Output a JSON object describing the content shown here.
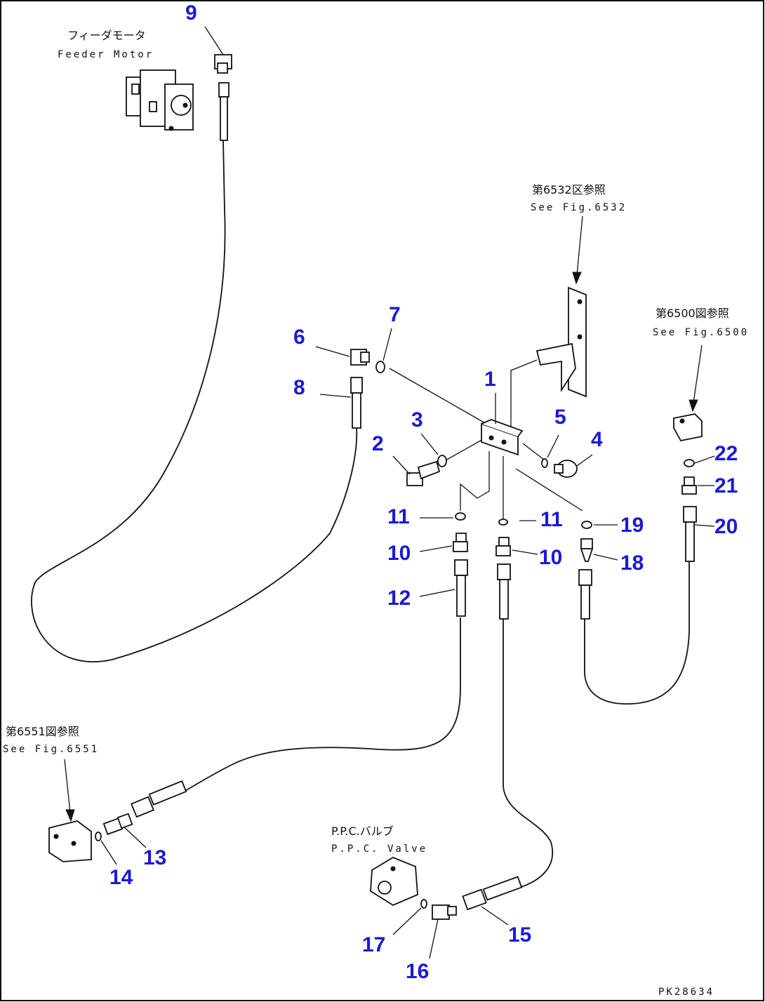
{
  "diagram": {
    "drawing_number": "PK28634",
    "component_labels": {
      "feeder_motor_jp": "フィーダモータ",
      "feeder_motor_en": "Feeder Motor",
      "ref_6532_jp": "第6532区参照",
      "ref_6532_en": "See Fig.6532",
      "ref_6500_jp": "第6500図参照",
      "ref_6500_en": "See Fig.6500",
      "ref_6551_jp": "第6551図参照",
      "ref_6551_en": "See Fig.6551",
      "ppc_valve_jp": "P.P.C.バルブ",
      "ppc_valve_en": "P.P.C. Valve"
    },
    "callouts": {
      "c1": "1",
      "c2": "2",
      "c3": "3",
      "c4": "4",
      "c5": "5",
      "c6": "6",
      "c7": "7",
      "c8": "8",
      "c9": "9",
      "c10a": "10",
      "c10b": "10",
      "c11a": "11",
      "c11b": "11",
      "c12": "12",
      "c13": "13",
      "c14": "14",
      "c15": "15",
      "c16": "16",
      "c17": "17",
      "c18": "18",
      "c19": "19",
      "c20": "20",
      "c21": "21",
      "c22": "22"
    },
    "colors": {
      "callout": "#1a1ad8",
      "line": "#111111"
    }
  }
}
